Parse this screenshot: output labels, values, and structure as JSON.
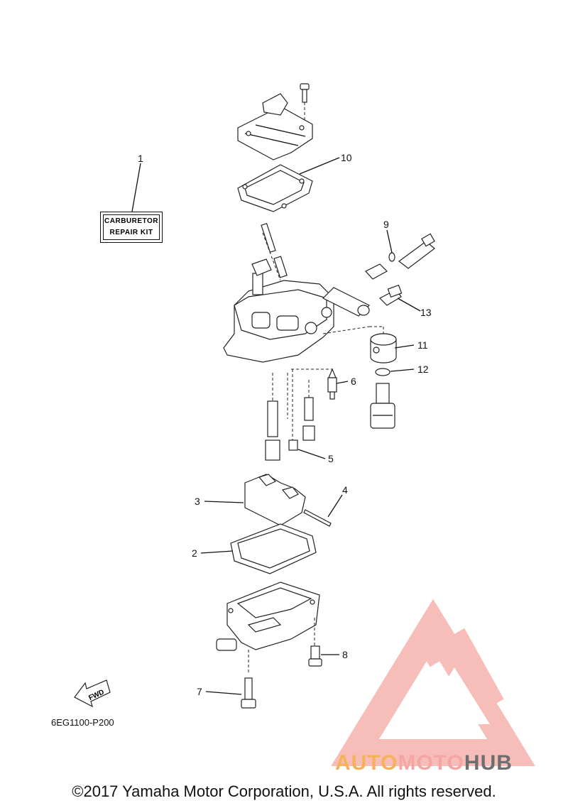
{
  "kit_label": {
    "line1": "CARBURETOR",
    "line2": "REPAIR KIT"
  },
  "callouts": [
    "1",
    "2",
    "3",
    "4",
    "5",
    "6",
    "7",
    "8",
    "9",
    "10",
    "11",
    "12",
    "13"
  ],
  "fwd_label": "FWD",
  "diagram_code": "6EG1100-P200",
  "copyright": "©2017 Yamaha Motor Corporation, U.S.A. All rights reserved.",
  "watermark": {
    "part1": "AUTO",
    "part2": "MOTO",
    "part3": "HUB"
  },
  "colors": {
    "watermark_red": "#e8474a",
    "watermark_pink": "#f4a7a2",
    "watermark_orange": "#f5b25a",
    "watermark_gray": "#6e6e6e"
  }
}
